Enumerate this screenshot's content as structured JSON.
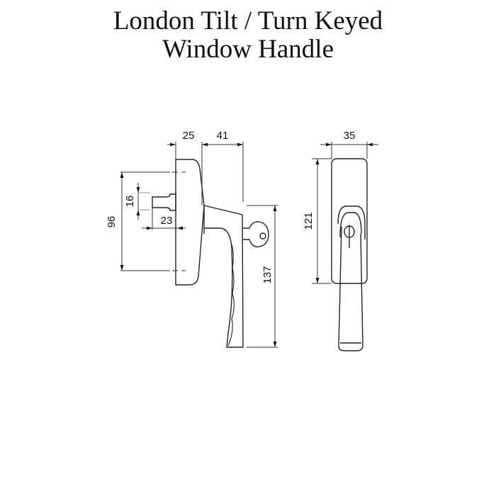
{
  "title": {
    "line1": "London Tilt / Turn Keyed",
    "line2": "Window Handle"
  },
  "diagram": {
    "side_view": {
      "dimensions": {
        "base_depth": "25",
        "handle_projection": "41",
        "spindle_height": "16",
        "spindle_length": "23",
        "base_fixing_centres": "96",
        "handle_length": "137"
      }
    },
    "front_view": {
      "dimensions": {
        "width": "35",
        "base_height": "121"
      }
    }
  }
}
